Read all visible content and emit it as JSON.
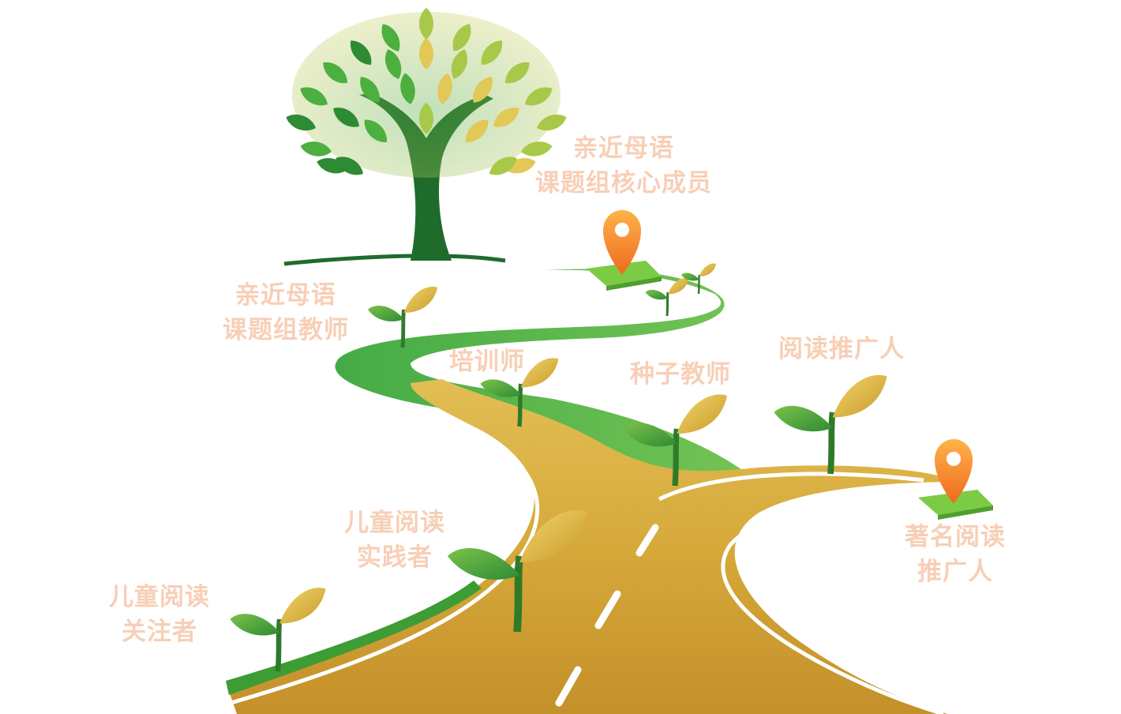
{
  "colors": {
    "label": "#F7CFB6",
    "road_green": "#3FAE3A",
    "road_gold": "#D8A833",
    "tree_trunk": "#1F6B2C",
    "pin": "#F2862A"
  },
  "stages": [
    {
      "id": "observer",
      "lines": [
        "儿童阅读",
        "关注者"
      ]
    },
    {
      "id": "practitioner",
      "lines": [
        "儿童阅读",
        "实践者"
      ]
    },
    {
      "id": "trainer",
      "lines": [
        "培训师"
      ]
    },
    {
      "id": "seed-teacher",
      "lines": [
        "种子教师"
      ]
    },
    {
      "id": "reading-promoter",
      "lines": [
        "阅读推广人"
      ]
    },
    {
      "id": "famous-promoter",
      "lines": [
        "著名阅读",
        "推广人"
      ]
    },
    {
      "id": "group-teacher",
      "lines": [
        "亲近母语",
        "课题组教师"
      ]
    },
    {
      "id": "core-member",
      "lines": [
        "亲近母语",
        "课题组核心成员"
      ]
    }
  ],
  "icons": {
    "tree": "tree-icon",
    "sprout": "sprout-icon",
    "pin": "location-pin-icon"
  }
}
